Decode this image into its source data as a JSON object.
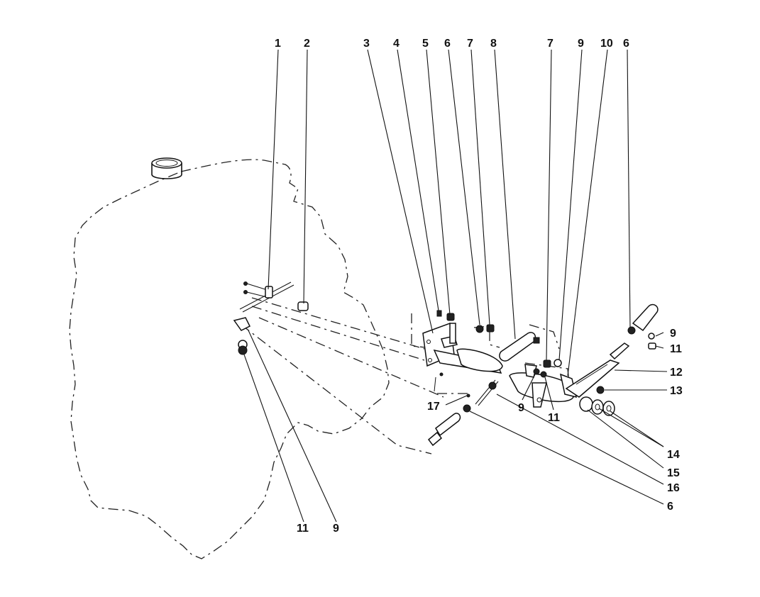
{
  "callouts": {
    "c1": "1",
    "c2": "2",
    "c3": "3",
    "c4": "4",
    "c5": "5",
    "c6a": "6",
    "c7a": "7",
    "c8": "8",
    "c7b": "7",
    "c9a": "9",
    "c10": "10",
    "c6b": "6",
    "c9b": "9",
    "c11a": "11",
    "c12": "12",
    "c13": "13",
    "c14": "14",
    "c15": "15",
    "c16": "16",
    "c6c": "6",
    "c17": "17",
    "c9c": "9",
    "c11b": "11",
    "c11c": "11",
    "c9d": "9"
  }
}
